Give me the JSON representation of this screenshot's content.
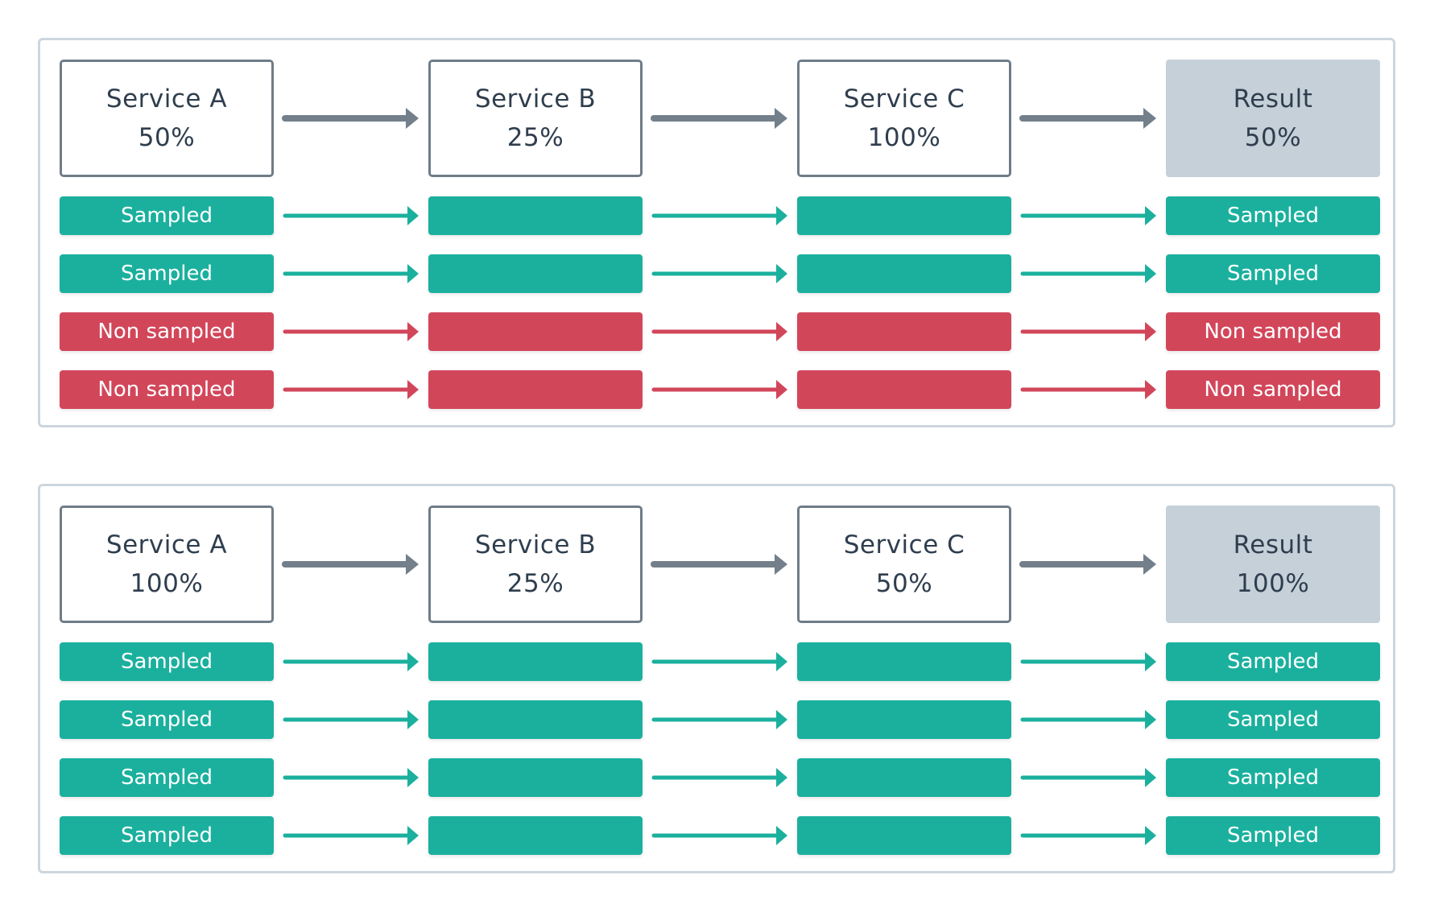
{
  "colors": {
    "sampled": "#1bb09e",
    "non_sampled": "#d2465a",
    "header_arrow": "#737f8b",
    "panel_border": "#cdd6de",
    "result_fill": "#c5d0d9",
    "text_dark": "#2f3e4e"
  },
  "panels": [
    {
      "nodes": [
        {
          "name": "Service A",
          "rate": "50%"
        },
        {
          "name": "Service B",
          "rate": "25%"
        },
        {
          "name": "Service C",
          "rate": "100%"
        },
        {
          "name": "Result",
          "rate": "50%"
        }
      ],
      "rows": [
        {
          "status": "sampled",
          "label": "Sampled"
        },
        {
          "status": "sampled",
          "label": "Sampled"
        },
        {
          "status": "non_sampled",
          "label": "Non sampled"
        },
        {
          "status": "non_sampled",
          "label": "Non sampled"
        }
      ]
    },
    {
      "nodes": [
        {
          "name": "Service A",
          "rate": "100%"
        },
        {
          "name": "Service B",
          "rate": "25%"
        },
        {
          "name": "Service C",
          "rate": "50%"
        },
        {
          "name": "Result",
          "rate": "100%"
        }
      ],
      "rows": [
        {
          "status": "sampled",
          "label": "Sampled"
        },
        {
          "status": "sampled",
          "label": "Sampled"
        },
        {
          "status": "sampled",
          "label": "Sampled"
        },
        {
          "status": "sampled",
          "label": "Sampled"
        }
      ]
    }
  ]
}
